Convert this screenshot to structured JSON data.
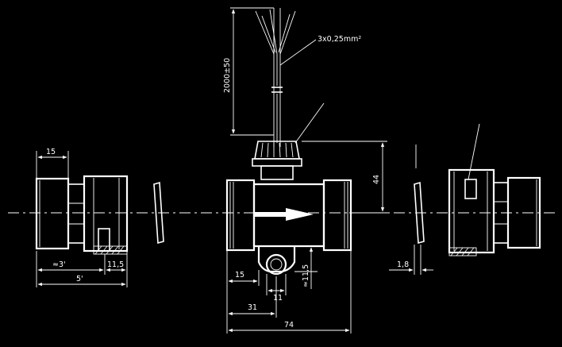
{
  "drawing": {
    "labels": {
      "cable_spec": "3x0,25mm²",
      "cable_length": "2000±50",
      "height": "44",
      "body_length": "74",
      "offset_31": "31",
      "offset_15": "15",
      "mount_width": "11",
      "mount_height": "≈11,5",
      "nut_width": "15",
      "nut_offset": "≈3'",
      "nut_thread": "11,5",
      "nut_total": "5'",
      "washer_thickness": "1,8"
    }
  }
}
